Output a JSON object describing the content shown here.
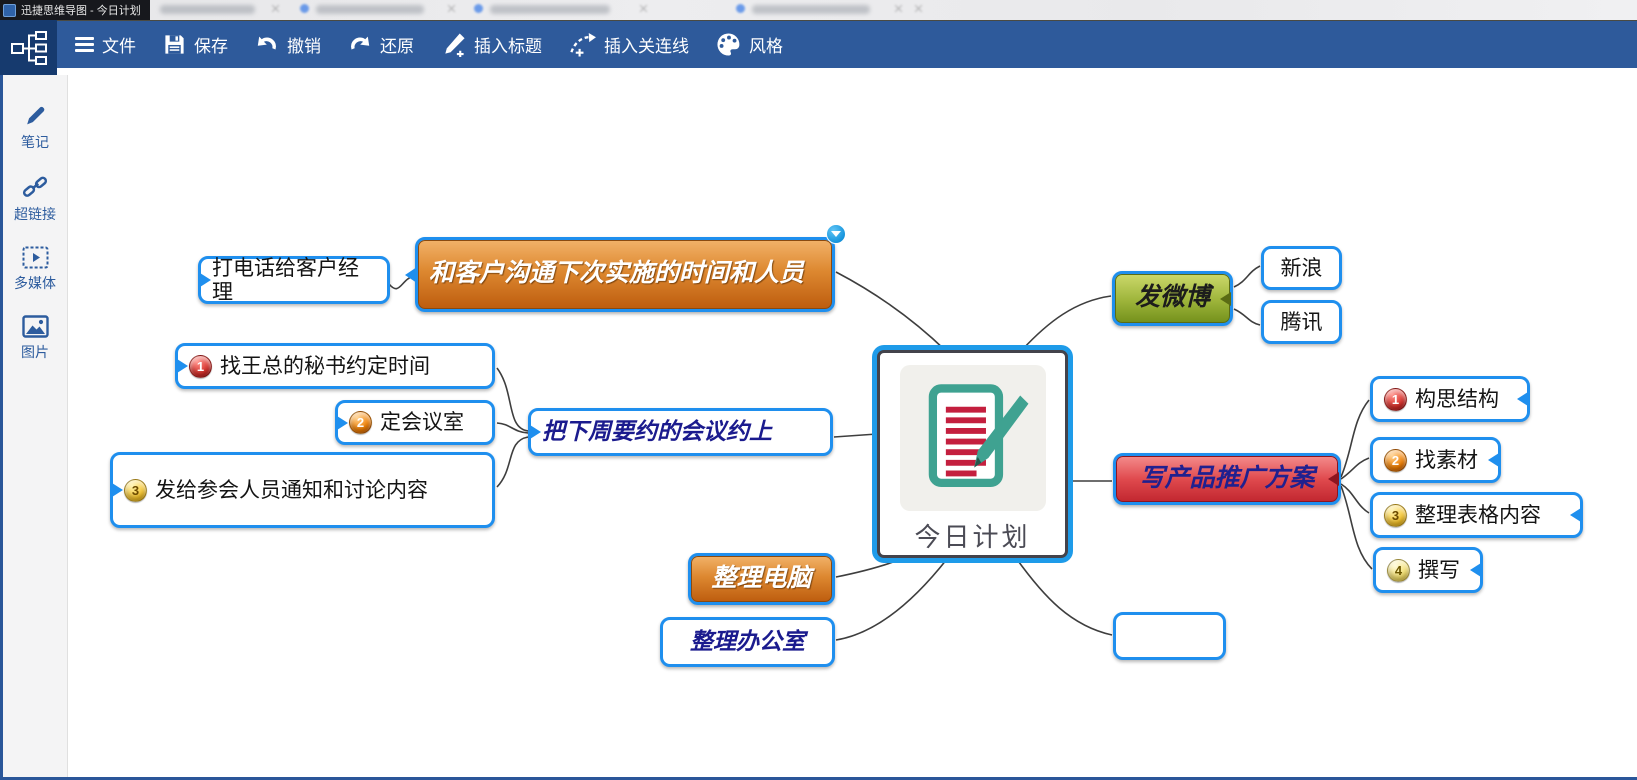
{
  "window": {
    "title": "迅捷思维导图 - 今日计划"
  },
  "toolbar": {
    "items": [
      {
        "label": "文件",
        "icon": "menu-icon"
      },
      {
        "label": "保存",
        "icon": "save-icon"
      },
      {
        "label": "撤销",
        "icon": "undo-icon"
      },
      {
        "label": "还原",
        "icon": "redo-icon"
      },
      {
        "label": "插入标题",
        "icon": "insert-title-icon"
      },
      {
        "label": "插入关连线",
        "icon": "insert-relation-icon"
      },
      {
        "label": "风格",
        "icon": "palette-icon"
      }
    ]
  },
  "sidebar": {
    "items": [
      {
        "label": "笔记",
        "icon": "pencil-icon"
      },
      {
        "label": "超链接",
        "icon": "link-icon"
      },
      {
        "label": "多媒体",
        "icon": "multimedia-icon"
      },
      {
        "label": "图片",
        "icon": "image-icon"
      }
    ]
  },
  "mindmap": {
    "root_label": "今日计划",
    "branches": {
      "communicate": {
        "label": "和客户沟通下次实施的时间和人员"
      },
      "call_manager": {
        "label": "打电话给客户经理"
      },
      "schedule_meetings": {
        "label": "把下周要约的会议约上"
      },
      "find_secretary": {
        "label": "找王总的秘书约定时间",
        "badge": "1"
      },
      "book_room": {
        "label": "定会议室",
        "badge": "2"
      },
      "notify_attendees": {
        "label": "发给参会人员通知和讨论内容",
        "badge": "3"
      },
      "clean_computer": {
        "label": "整理电脑"
      },
      "clean_office": {
        "label": "整理办公室"
      },
      "post_weibo": {
        "label": "发微博"
      },
      "sina": {
        "label": "新浪"
      },
      "tencent": {
        "label": "腾讯"
      },
      "write_plan": {
        "label": "写产品推广方案"
      },
      "outline": {
        "label": "构思结构",
        "badge": "1"
      },
      "materials": {
        "label": "找素材",
        "badge": "2"
      },
      "tables": {
        "label": "整理表格内容",
        "badge": "3"
      },
      "write": {
        "label": "撰写",
        "badge": "4"
      }
    }
  },
  "colors": {
    "toolbar_bg": "#2e5a9b",
    "logo_bg": "#163a6e",
    "titlebar_bg": "#17181d",
    "node_border_blue": "#1f8fee",
    "selection_blue": "#1e9be9",
    "edge_gray": "#3e3e3e",
    "orange_node": "#d07a22",
    "green_node": "#9db43a",
    "red_node": "#d93a40",
    "navy_text": "#1b1b8e",
    "sidebar_icon_blue": "#2d5c9e"
  }
}
